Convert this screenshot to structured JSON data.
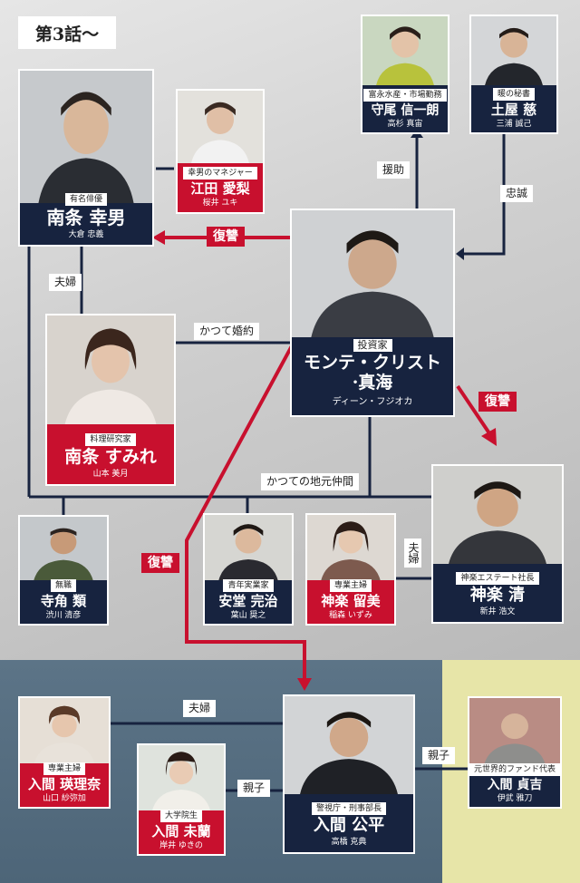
{
  "episode": "第3話～",
  "characters": {
    "nanjo_yukio": {
      "role": "有名俳優",
      "name": "南条 幸男",
      "actor": "大倉 忠義"
    },
    "eda_airi": {
      "role": "幸男のマネジャー",
      "name": "江田 愛梨",
      "actor": "桜井 ユキ"
    },
    "moriya": {
      "role": "富永水産・市場勤務",
      "name": "守尾 信一朗",
      "actor": "高杉 真宙"
    },
    "tsuchiya": {
      "role": "暖の秘書",
      "name": "土屋 慈",
      "actor": "三浦 誠己"
    },
    "monte_cristo": {
      "role": "投資家",
      "name_line1": "モンテ・クリスト",
      "name_line2": "·真海",
      "actor": "ディーン・フジオカ"
    },
    "nanjo_sumire": {
      "role": "料理研究家",
      "name": "南条 すみれ",
      "actor": "山本 美月"
    },
    "terakado": {
      "role": "無職",
      "name": "寺角 類",
      "actor": "渋川 清彦"
    },
    "ando": {
      "role": "青年実業家",
      "name": "安堂 完治",
      "actor": "葉山 奨之"
    },
    "kagura_rumi": {
      "role": "専業主婦",
      "name": "神楽 留美",
      "actor": "稲森 いずみ"
    },
    "kagura_kiyoshi": {
      "role": "神楽エステート社長",
      "name": "神楽 清",
      "actor": "新井 浩文"
    },
    "iruma_erina": {
      "role": "専業主婦",
      "name": "入間 瑛理奈",
      "actor": "山口 紗弥加"
    },
    "iruma_miran": {
      "role": "大学院生",
      "name": "入間 未蘭",
      "actor": "岸井 ゆきの"
    },
    "iruma_kohei": {
      "role": "警視庁・刑事部長",
      "name": "入間 公平",
      "actor": "高橋 克典"
    },
    "iruma_sadakichi": {
      "role": "元世界的ファンド代表",
      "name": "入間 貞吉",
      "actor": "伊武 雅刀"
    }
  },
  "relations": {
    "enjo": "援助",
    "chusei": "忠誠",
    "fufu_nanjo": "夫婦",
    "former_engaged": "かつて婚約",
    "revenge_yukio": "復讐",
    "revenge_kagura": "復讐",
    "revenge_iruma": "復讐",
    "local_friends": "かつての地元仲間",
    "fufu_kagura": "夫婦",
    "fufu_iruma": "夫婦",
    "oyako_miran": "親子",
    "oyako_sadakichi": "親子"
  },
  "colors": {
    "navy": "#17233f",
    "red": "#c8102e",
    "bottom_panel": "#54697c",
    "yellow_panel": "#e7e5a8"
  }
}
